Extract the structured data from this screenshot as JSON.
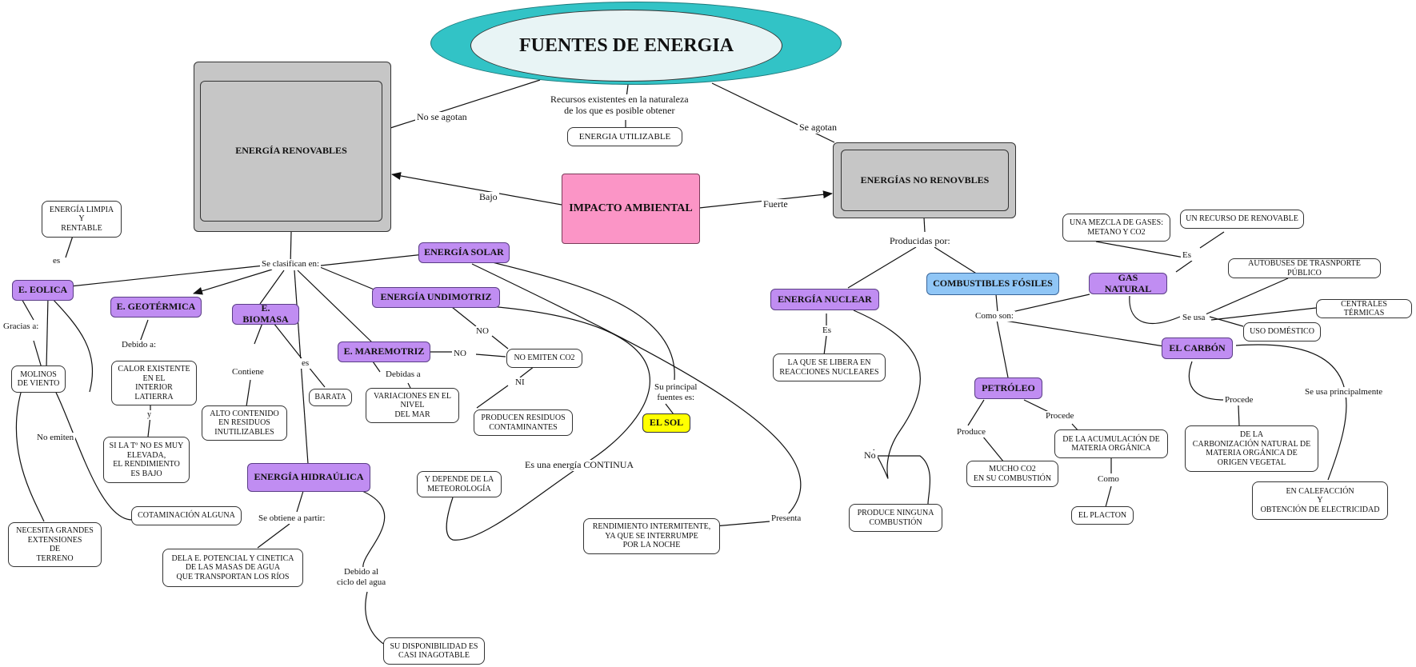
{
  "title": "FUENTES DE ENERGIA",
  "nodes": {
    "renovables": "ENERGÍA RENOVABLES",
    "no_renovables": "ENERGÍAS NO RENOVBLES",
    "impacto": "IMPACTO AMBIENTAL",
    "energia_utilizable": "ENERGIA UTILIZABLE",
    "limpia": "ENERGÍA LIMPIA\nY\nRENTABLE",
    "eolica": "E. EOLICA",
    "geotermica": "E. GEOTÉRMICA",
    "biomasa": "E. BIOMASA",
    "undimotriz": "ENERGÍA UNDIMOTRIZ",
    "maremotriz": "E. MAREMOTRIZ",
    "solar": "ENERGÍA SOLAR",
    "hidraulica": "ENERGÍA HIDRAÚLICA",
    "molinos": "MOLINOS\nDE VIENTO",
    "grandes": "NECESITA GRANDES\nEXTENSIONES\nDE\nTERRENO",
    "cotaminacion": "COTAMINACIÓN ALGUNA",
    "calor": "CALOR EXISTENTE\nEN EL\nINTERIOR\nLATIERRA",
    "si_la": "SI LA Tº NO ES MUY\nELEVADA,\nEL RENDIMIENTO\nES BAJO",
    "alto": "ALTO CONTENIDO\nEN RESIDUOS\nINUTILIZABLES",
    "barata": "BARATA",
    "variaciones": "VARIACIONES EN EL\nNIVEL\nDEL MAR",
    "no_emiten_co2": "NO EMITEN CO2",
    "producen_residuos": "PRODUCEN RESIDUOS\nCONTAMINANTES",
    "el_sol": "EL SOL",
    "meteorologia": "Y DEPENDE DE LA\nMETEOROLOGÍA",
    "rendimiento": "RENDIMIENTO INTERMITENTE,\nYA QUE SE INTERRUMPE\nPOR LA NOCHE",
    "dela_e": "DELA E. POTENCIAL Y CINETICA\nDE LAS MASAS DE AGUA\nQUE TRANSPORTAN LOS RÍOS",
    "disponibilidad": "SU DISPONIBILIDAD ES\nCASI INAGOTABLE",
    "nuclear": "ENERGÍA NUCLEAR",
    "la_que": "LA QUE SE LIBERA EN\nREACCIONES NUCLEARES",
    "ninguna": "PRODUCE NINGUNA\nCOMBUSTIÓN",
    "fosiles": "COMBUSTIBLES FÓSILES",
    "petroleo": "PETRÓLEO",
    "mucho_co2": "MUCHO CO2\nEN SU COMBUSTIÓN",
    "acumulacion": "DE LA ACUMULACIÓN DE\nMATERIA ORGÁNICA",
    "placton": "EL PLACTON",
    "gas": "GAS NATURAL",
    "mezcla": "UNA MEZCLA DE GASES:\nMETANO Y CO2",
    "recurso": "UN RECURSO DE RENOVABLE",
    "autobuses": "AUTOBUSES DE TRASNPORTE PÚBLICO",
    "centrales": "CENTRALES TÉRMICAS",
    "domestico": "USO DOMÉSTICO",
    "carbon": "EL CARBÓN",
    "carbonizacion": "DE LA\nCARBONIZACIÓN NATURAL DE\nMATERIA ORGÁNICA DE\nORIGEN VEGETAL",
    "calefaccion": "EN CALEFACCIÓN\nY\nOBTENCIÓN DE ELECTRICIDAD"
  },
  "labels": {
    "no_se_agotan": "No se agotan",
    "recursos": "Recursos existentes en la naturaleza\nde los que es posible obtener",
    "se_agotan": "Se agotan",
    "bajo": "Bajo",
    "fuerte": "Fuerte",
    "es_limpia": "es",
    "se_clasifican": "Se clasifican en:",
    "gracias": "Gracias a:",
    "no_emiten": "No emiten",
    "debido_a": "Debido a:",
    "y": "y",
    "contiene": "Contiene",
    "es_barata": "es",
    "debidas_a": "Debidas a",
    "no_1": "NO",
    "no_2": "NO",
    "ni": "NI",
    "su_principal": "Su principal\nfuentes es:",
    "continua": "Es una energía CONTINUA",
    "presenta": "Presenta",
    "se_obtiene": "Se obtiene a partir:",
    "debido_agua": "Debido al\nciclo del agua",
    "producidas": "Producidas por:",
    "es_nuclear": "Es",
    "no_nuclear": "No",
    "como_son": "Como son:",
    "produce": "Produce",
    "procede_pet": "Procede",
    "como": "Como",
    "es_gas": "Es",
    "se_usa": "Se usa",
    "procede_carbon": "Procede",
    "se_usa_princ": "Se usa principalmente"
  },
  "colors": {
    "title_ring": "#32c3c6",
    "title_fill": "#e8f4f5",
    "concept_purple": "#c08df2",
    "concept_blue": "#90c6f6",
    "concept_pink": "#fb95c6",
    "concept_gray": "#c6c6c6",
    "highlight_yellow": "#ffff00"
  }
}
